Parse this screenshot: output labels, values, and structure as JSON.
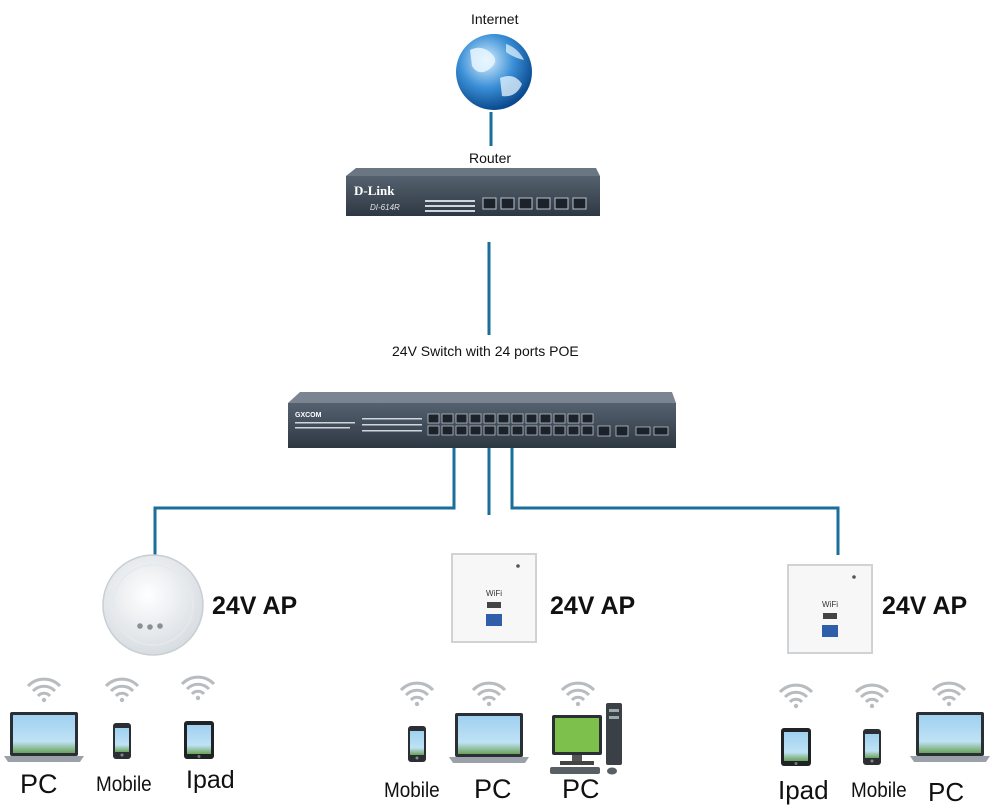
{
  "internet": {
    "label": "Internet"
  },
  "router": {
    "label": "Router",
    "brand": "D-Link",
    "model": "DI-614R"
  },
  "switch": {
    "label": "24V Switch with 24 ports POE",
    "brand": "GXCOM"
  },
  "aps": [
    {
      "label": "24V AP",
      "wifi_text": ""
    },
    {
      "label": "24V AP",
      "wifi_text": "WiFi"
    },
    {
      "label": "24V AP",
      "wifi_text": "WiFi"
    }
  ],
  "clients": [
    [
      "PC",
      "Mobile",
      "Ipad"
    ],
    [
      "Mobile",
      "PC",
      "PC"
    ],
    [
      "Ipad",
      "Mobile",
      "PC"
    ]
  ],
  "colors": {
    "link": "#1a6e9a",
    "device_dark": "#3a4654",
    "screen": "#7fb3d9"
  }
}
